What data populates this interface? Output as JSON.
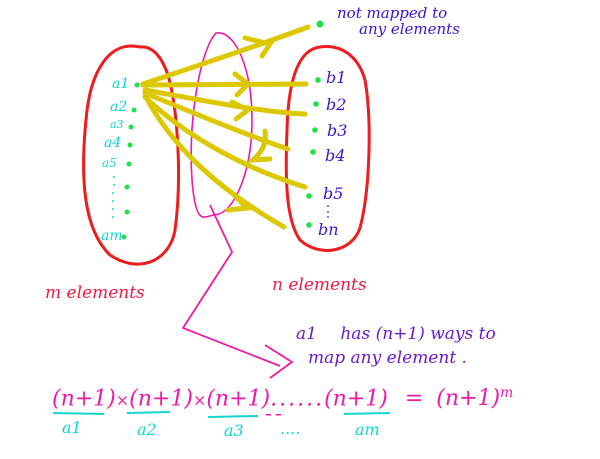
{
  "colors": {
    "set_outline": "#ee1c1c",
    "arrow": "#dcc800",
    "dot": "#1ee04a",
    "domain_labels": "#14d6d0",
    "codomain_labels": "#3a14d8",
    "pointer": "#ee1aa6",
    "note_text": "#6a1ad0",
    "equation": "#ee1aa6"
  },
  "domain_set": {
    "labels": [
      "a1",
      "a2",
      "a3",
      "a4",
      "a5",
      "⋮",
      "am"
    ],
    "caption": "m elements"
  },
  "codomain_set": {
    "labels": [
      "b1",
      "b2",
      "b3",
      "b4",
      "b5",
      "⋮",
      "bn"
    ],
    "caption": "n elements"
  },
  "extra_point": {
    "label_line1": "not mapped to",
    "label_line2": "any elements"
  },
  "note": {
    "subject": "a1",
    "line1": "has (n+1) ways to",
    "line2": "map any element ."
  },
  "equation": {
    "terms": [
      "(n+1)",
      "(n+1)",
      "(n+1)",
      "(n+1)"
    ],
    "operators": [
      "×",
      "×"
    ],
    "ellipsis": "......",
    "equals": "=",
    "result_base": "(n+1)",
    "result_exp": "m",
    "subscripts": [
      "a1",
      "a2",
      "a3",
      "....",
      "am"
    ]
  }
}
